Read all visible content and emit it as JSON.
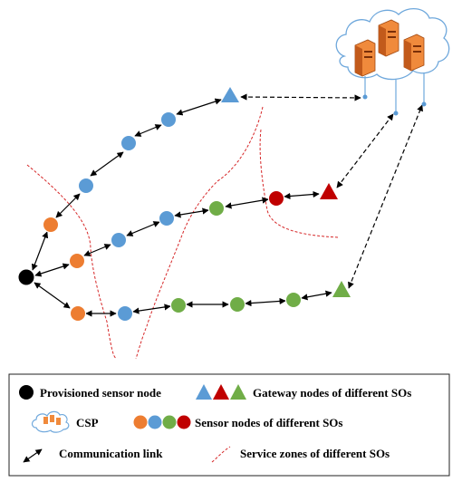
{
  "colors": {
    "provisioned": "#000000",
    "blue": "#5b9bd5",
    "orange": "#ed7d31",
    "green": "#70ad47",
    "red": "#c00000",
    "zone_line": "#d62728",
    "server": "#f08a3c",
    "cloud_stroke": "#6fa8dc"
  },
  "icons": {
    "node": "circle",
    "gateway": "triangle",
    "cloud": "cloud-icon",
    "server": "server-icon",
    "link": "double-arrow-icon",
    "zone": "dashed-curve"
  },
  "legend": {
    "provisioned_label": "Provisioned sensor node",
    "gateway_label": "Gateway nodes of different SOs",
    "csp_label": "CSP",
    "sensor_label": "Sensor nodes of different SOs",
    "link_label": "Communication link",
    "zone_label": "Service zones of different SOs"
  }
}
